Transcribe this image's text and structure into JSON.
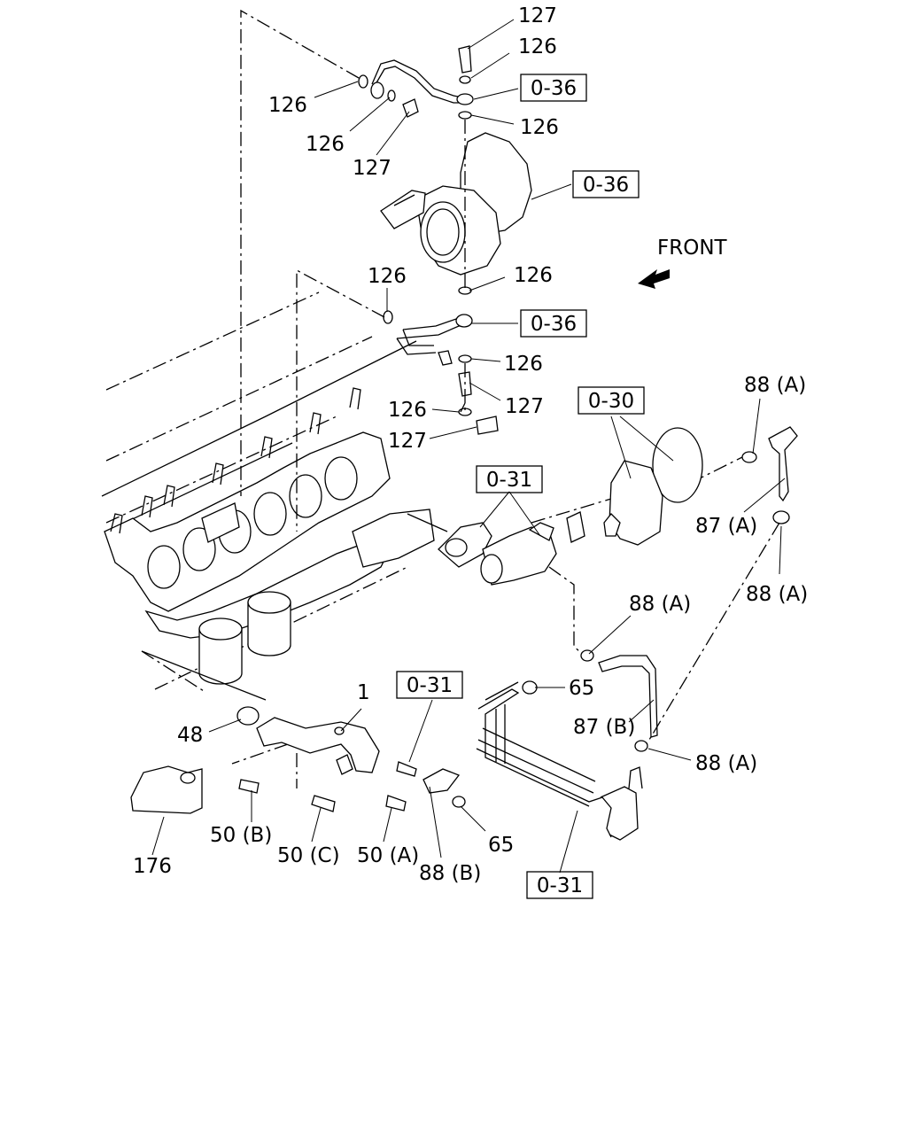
{
  "front_label": "FRONT",
  "callouts": [
    {
      "id": "l127a",
      "text": "127"
    },
    {
      "id": "l126a",
      "text": "126"
    },
    {
      "id": "l126b",
      "text": "126"
    },
    {
      "id": "l126c",
      "text": "126"
    },
    {
      "id": "l126d",
      "text": "126"
    },
    {
      "id": "l127b",
      "text": "127"
    },
    {
      "id": "l126e",
      "text": "126"
    },
    {
      "id": "l126f",
      "text": "126"
    },
    {
      "id": "l126g",
      "text": "126"
    },
    {
      "id": "l127c",
      "text": "127"
    },
    {
      "id": "l126h",
      "text": "126"
    },
    {
      "id": "l127d",
      "text": "127"
    },
    {
      "id": "l88a1",
      "text": "88 (A)"
    },
    {
      "id": "l87a",
      "text": "87 (A)"
    },
    {
      "id": "l88a2",
      "text": "88 (A)"
    },
    {
      "id": "l88a3",
      "text": "88 (A)"
    },
    {
      "id": "l65a",
      "text": "65"
    },
    {
      "id": "l87b",
      "text": "87 (B)"
    },
    {
      "id": "l88a4",
      "text": "88 (A)"
    },
    {
      "id": "l1",
      "text": "1"
    },
    {
      "id": "l48",
      "text": "48"
    },
    {
      "id": "l50b",
      "text": "50 (B)"
    },
    {
      "id": "l50c",
      "text": "50 (C)"
    },
    {
      "id": "l50a",
      "text": "50 (A)"
    },
    {
      "id": "l88b",
      "text": "88 (B)"
    },
    {
      "id": "l65b",
      "text": "65"
    },
    {
      "id": "l176",
      "text": "176"
    }
  ],
  "ref_boxes": [
    {
      "id": "b036a",
      "text": "0-36"
    },
    {
      "id": "b036b",
      "text": "0-36"
    },
    {
      "id": "b036c",
      "text": "0-36"
    },
    {
      "id": "b030",
      "text": "0-30"
    },
    {
      "id": "b031a",
      "text": "0-31"
    },
    {
      "id": "b031b",
      "text": "0-31"
    },
    {
      "id": "b031c",
      "text": "0-31"
    }
  ]
}
